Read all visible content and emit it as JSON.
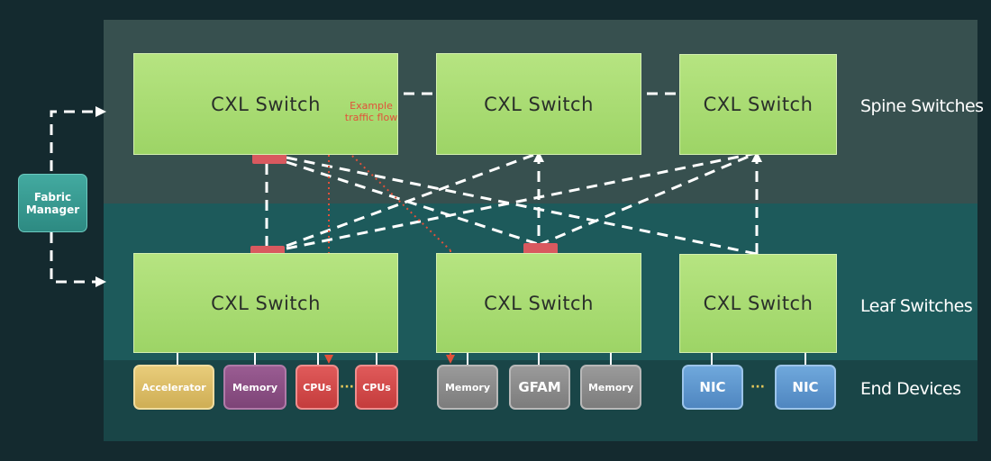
{
  "lanes": {
    "spine": "Spine Switches",
    "leaf": "Leaf Switches",
    "end": "End Devices"
  },
  "switches": {
    "spine_1": "CXL Switch",
    "spine_2": "CXL Switch",
    "spine_3": "CXL Switch",
    "leaf_1": "CXL Switch",
    "leaf_2": "CXL Switch",
    "leaf_3": "CXL Switch"
  },
  "fabric_manager": "Fabric\nManager",
  "traffic_label": "Example\ntraffic flow",
  "devices": {
    "accelerator": "Accelerator",
    "memory_1": "Memory",
    "cpus_1": "CPUs",
    "cpus_2": "CPUs",
    "memory_2": "Memory",
    "gfam": "GFAM",
    "memory_3": "Memory",
    "nic_1": "NIC",
    "nic_2": "NIC"
  },
  "ellipsis": "···",
  "colors": {
    "switch_green": "#9dd466",
    "traffic_red": "#e2513a",
    "port_red": "#d9595f",
    "link_white": "#ffffff"
  }
}
